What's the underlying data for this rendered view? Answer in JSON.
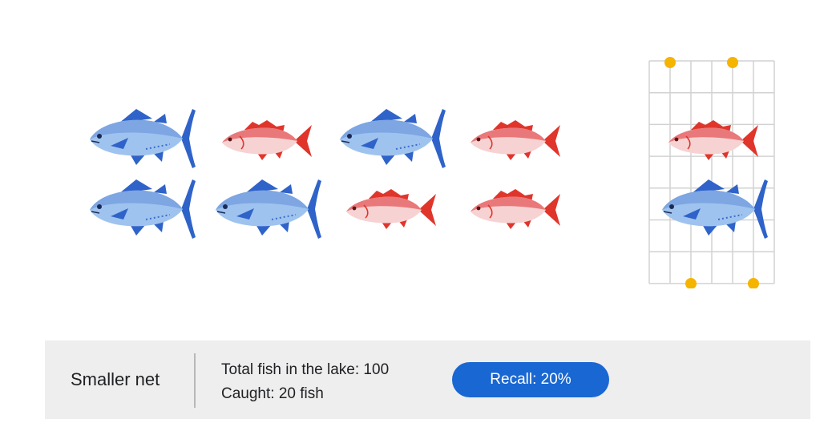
{
  "scene": {
    "lake_fish": [
      {
        "species": "tuna",
        "row": 1,
        "col": 1
      },
      {
        "species": "red-fish",
        "row": 1,
        "col": 2
      },
      {
        "species": "tuna",
        "row": 1,
        "col": 3
      },
      {
        "species": "red-fish",
        "row": 1,
        "col": 4
      },
      {
        "species": "tuna",
        "row": 2,
        "col": 1
      },
      {
        "species": "tuna",
        "row": 2,
        "col": 2
      },
      {
        "species": "red-fish",
        "row": 2,
        "col": 3
      },
      {
        "species": "red-fish",
        "row": 2,
        "col": 4
      }
    ],
    "net_fish": [
      "red-fish",
      "tuna"
    ],
    "colors": {
      "tuna_body": "#9fc3ef",
      "tuna_fin": "#2f63c9",
      "red_body": "#f7d2d2",
      "red_fin": "#e0352b",
      "net_line": "#d2d2d2",
      "net_float": "#f5b400",
      "pill": "#1967d2"
    }
  },
  "info": {
    "net_label": "Smaller net",
    "total_line": "Total fish in the lake: 100",
    "caught_line": "Caught: 20 fish",
    "recall": "Recall: 20%"
  }
}
